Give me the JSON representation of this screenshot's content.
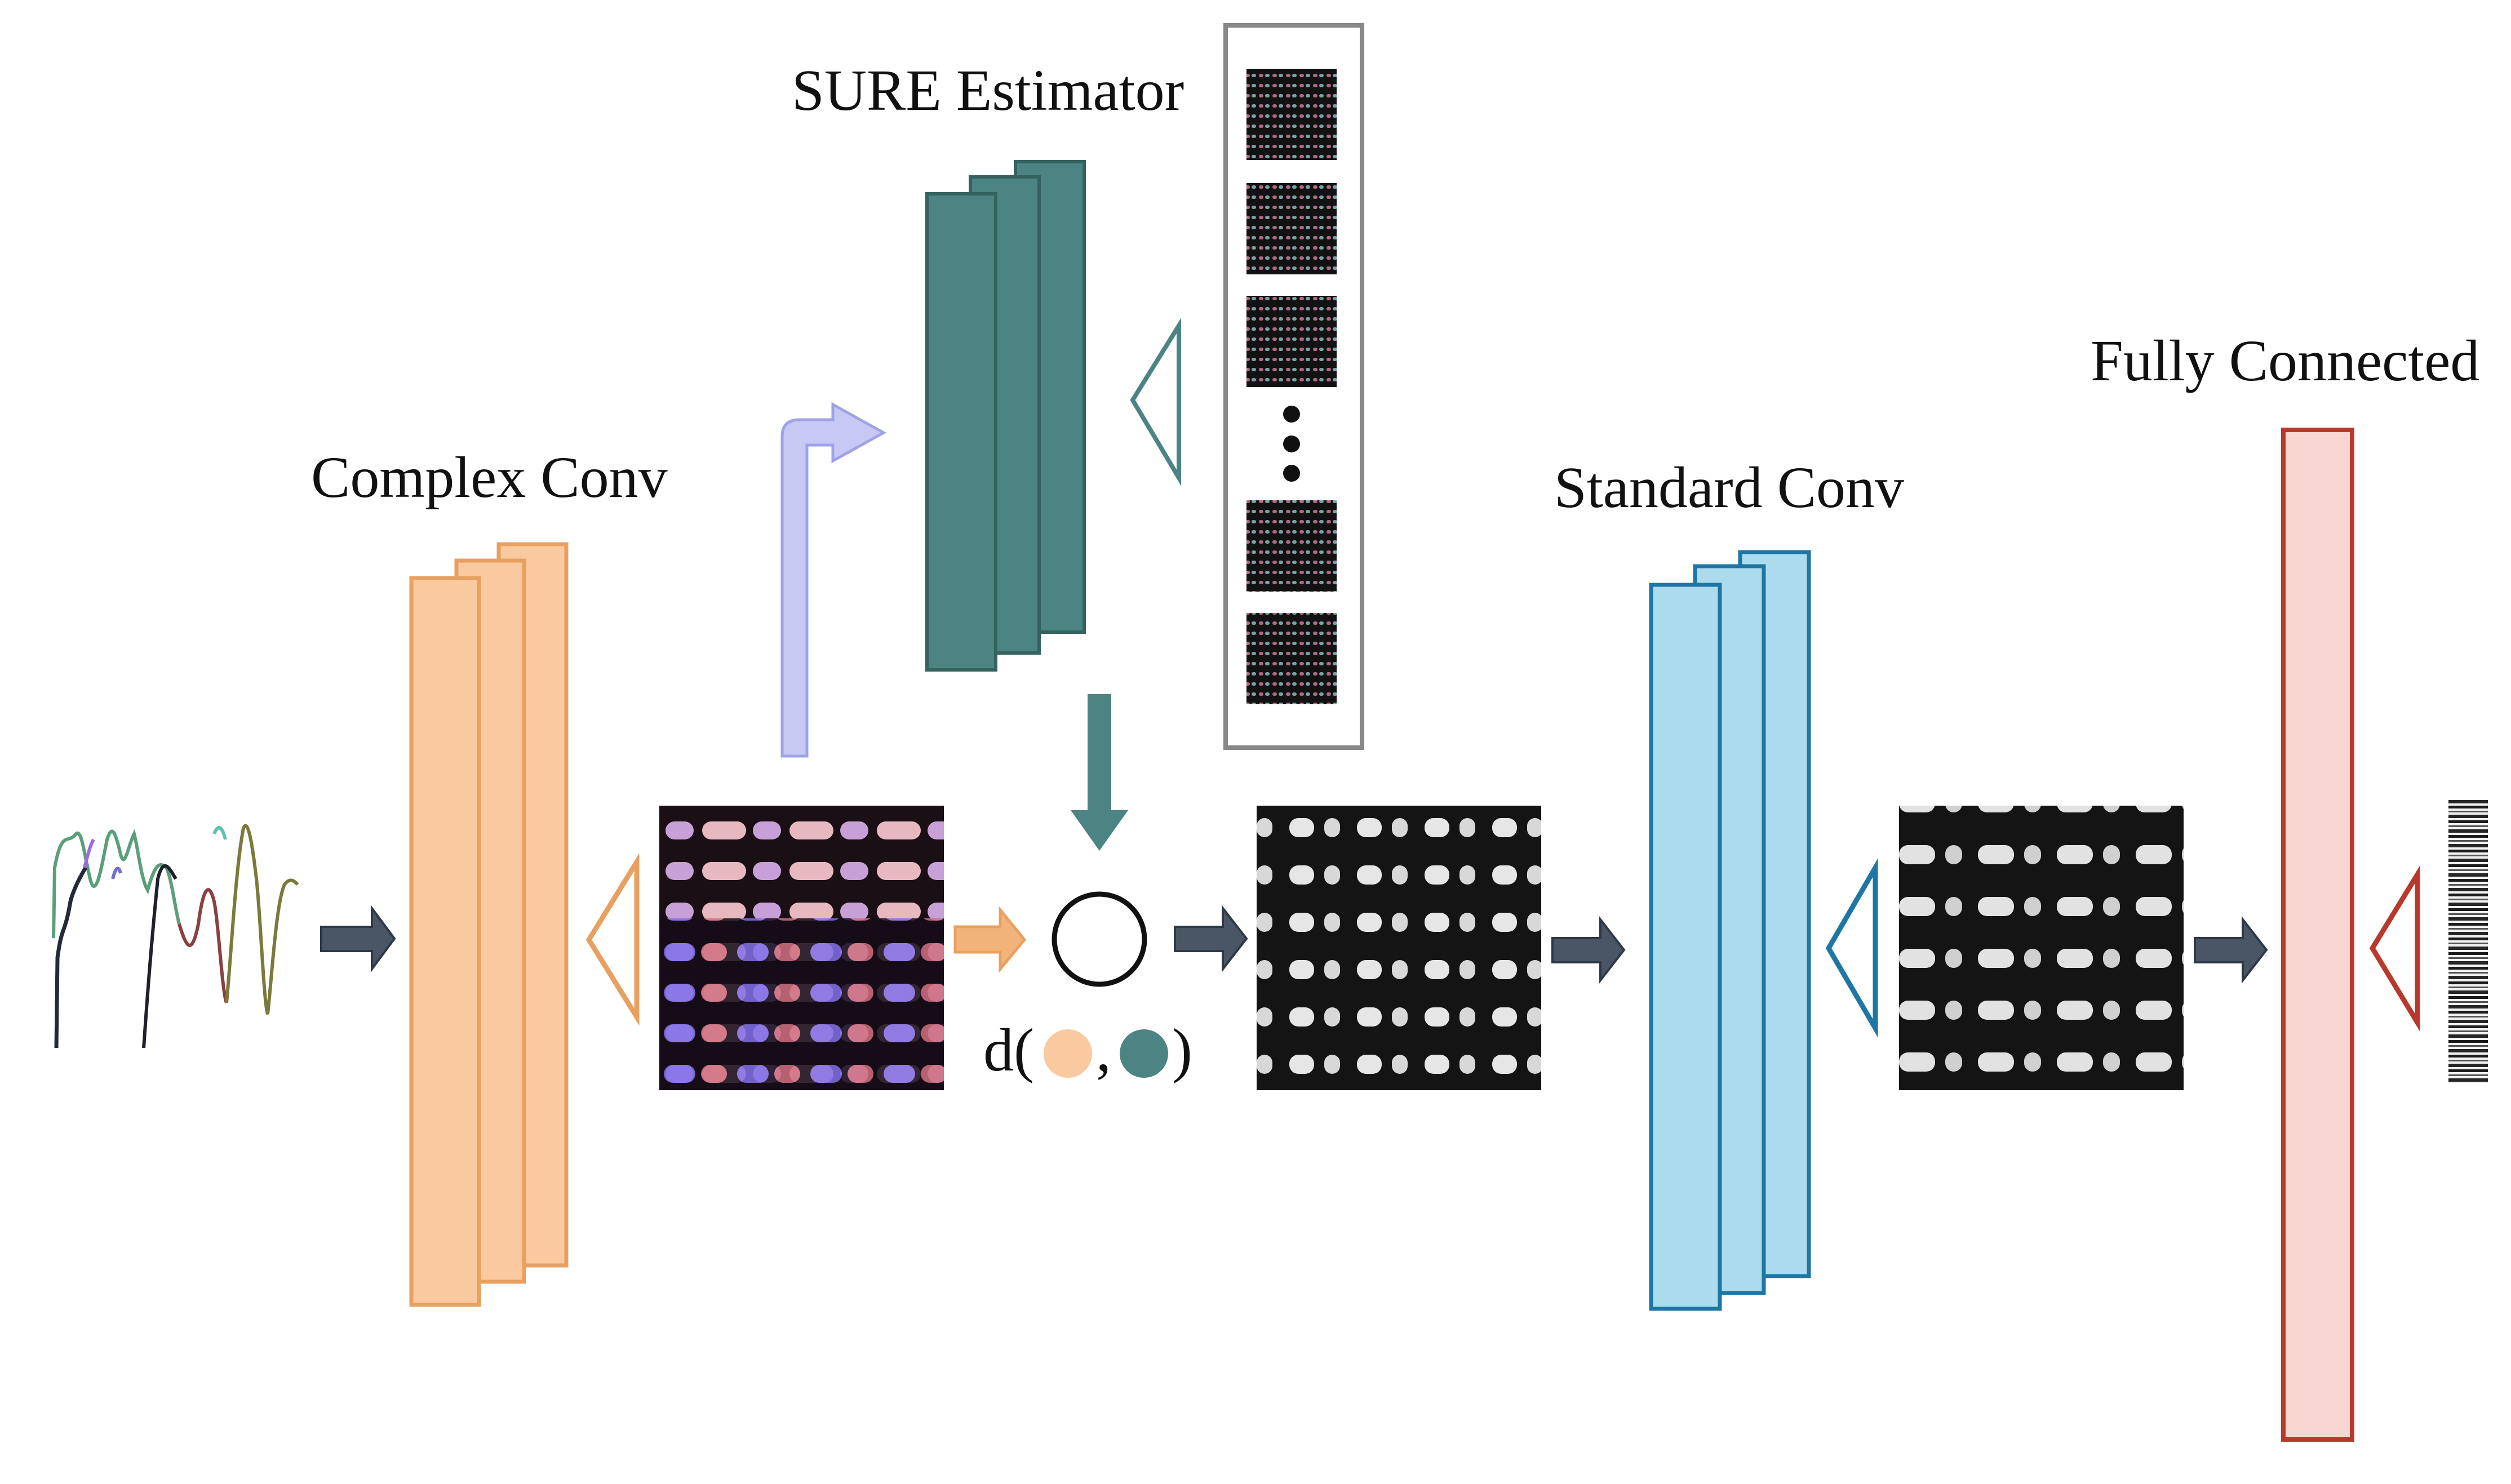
{
  "labels": {
    "complex_conv": "Complex Conv",
    "sure_estimator": "SURE Estimator",
    "standard_conv": "Standard Conv",
    "fully_connected": "Fully Connected",
    "distance_prefix": "d(",
    "distance_comma": ",",
    "distance_suffix": ")"
  },
  "colors": {
    "complex_conv_fill": "#FAC99F",
    "complex_conv_stroke": "#E8A060",
    "sure_fill": "#4B8482",
    "sure_stroke": "#34625F",
    "standard_conv_fill": "#ADDBEE",
    "standard_conv_stroke": "#1E76A4",
    "fully_connected_fill": "#F9D6D1",
    "fully_connected_stroke": "#B8392C",
    "branch_arrow": "#C7C9F4",
    "flow_arrow": "#4A5666",
    "orange_arrow": "#E8A060",
    "sure_down_arrow": "#4B8482"
  },
  "icons": [
    "waveform-signal",
    "complex-feature-map",
    "sure-feature-stack",
    "binary-feature-map",
    "standard-feature-map",
    "barcode-output",
    "distance-circle",
    "ellipsis-dots"
  ]
}
